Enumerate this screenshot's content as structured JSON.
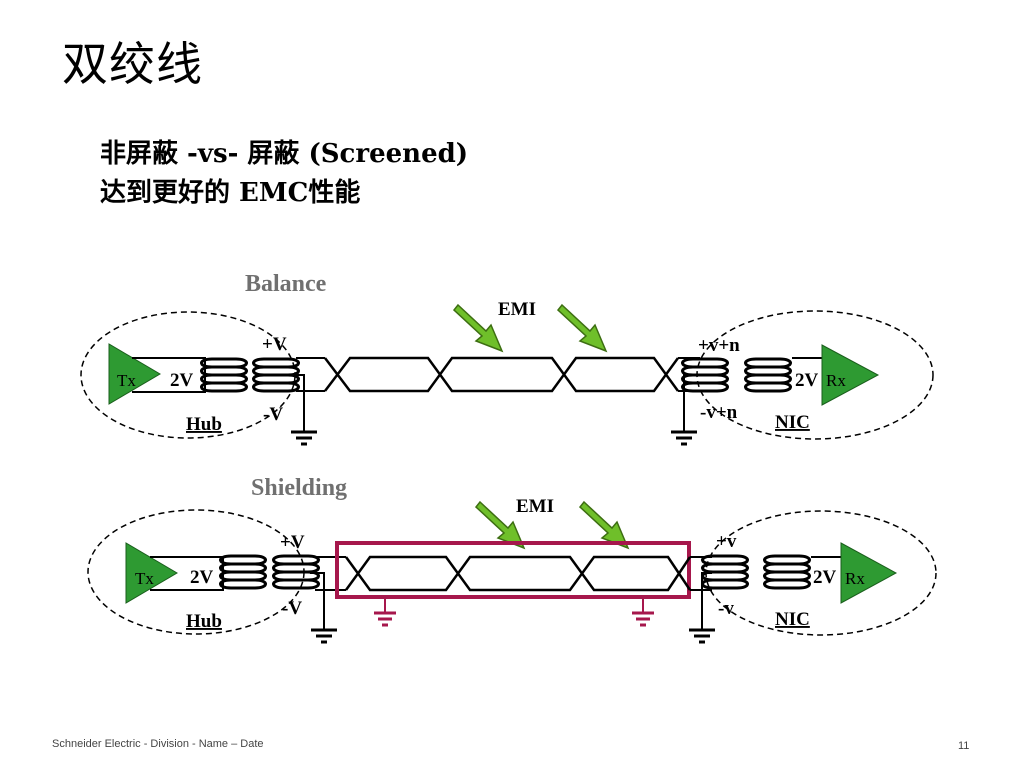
{
  "title": "双绞线",
  "subtitle_lines": [
    "非屏蔽 -vs- 屏蔽 (Screened)",
    "达到更好的 EMC性能"
  ],
  "colors": {
    "tx_rx_fill": "#2e9a32",
    "shield": "#a6174c",
    "arrow": "#6fbf2a",
    "section_label": "#707070"
  },
  "balance": {
    "label": "Balance",
    "emi": "EMI",
    "tx": "Tx",
    "rx": "Rx",
    "hub_voltage": "2V",
    "nic_voltage": "2V",
    "plus_left": "+V",
    "minus_left": "-V",
    "plus_right": "+v+n",
    "minus_right": "-v+n",
    "hub": "Hub",
    "nic": "NIC"
  },
  "shielding": {
    "label": "Shielding",
    "emi": "EMI",
    "tx": "Tx",
    "rx": "Rx",
    "hub_voltage": "2V",
    "nic_voltage": "2V",
    "plus_left": "+V",
    "minus_left": "-V",
    "plus_right": "+v",
    "minus_right": "-v",
    "hub": "Hub",
    "nic": "NIC"
  },
  "footer": {
    "left": "Schneider Electric - Division - Name – Date",
    "page": "11"
  }
}
